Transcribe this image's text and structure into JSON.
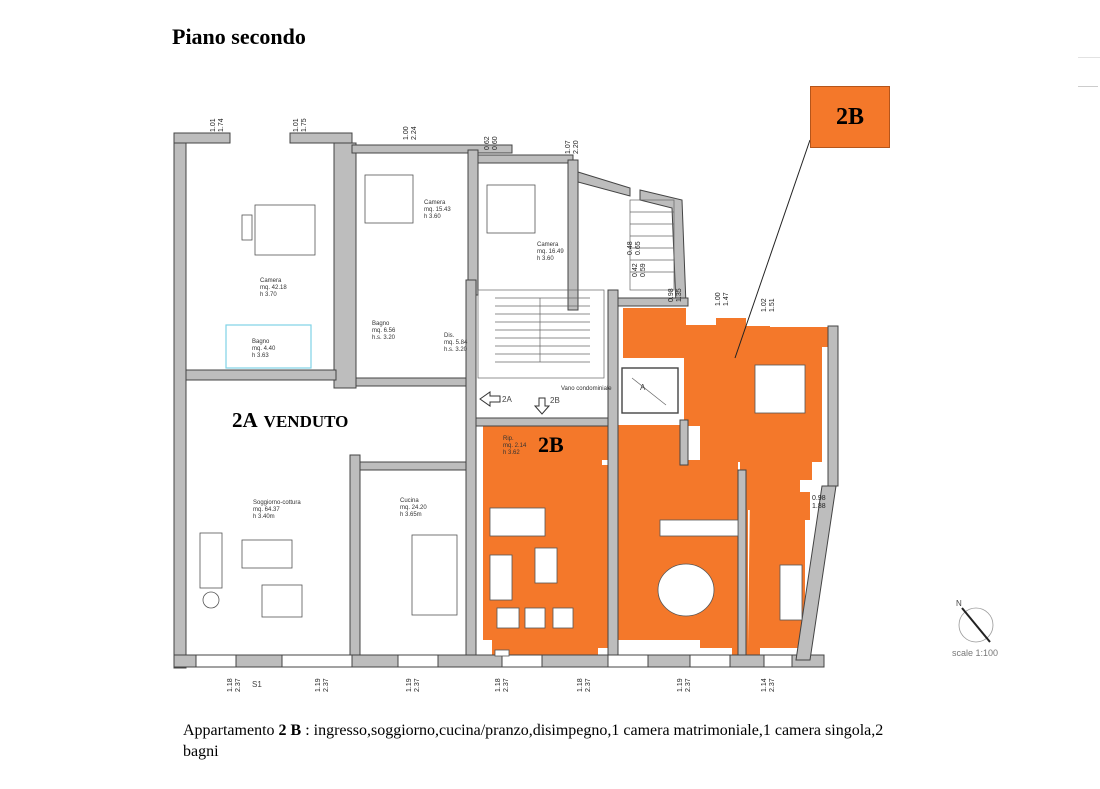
{
  "title": "Piano secondo",
  "badge_2b": "2B",
  "label_2a": {
    "main": "2A",
    "status": "VENDUTO"
  },
  "label_2b": "2B",
  "arrow_2a": "2A",
  "arrow_2b": "2B",
  "vano_label": "Vano condominiale",
  "elevator_label": "A",
  "north_label": "N",
  "scale_label": "scale 1:100",
  "bottom_label_s1": "S1",
  "description": {
    "prefix": "Appartamento ",
    "unit": "2 B",
    "rest": " : ingresso,soggiorno,cucina/pranzo,disimpegno,1 camera matrimoniale,1 camera singola,2 bagni"
  },
  "rooms": {
    "camera_large": {
      "name": "Camera",
      "area": "mq. 42.18",
      "height": "h 3.70"
    },
    "camera_top1": {
      "name": "Camera",
      "area": "mq. 15.43",
      "height": "h 3.60"
    },
    "camera_top2": {
      "name": "Camera",
      "area": "mq. 16.49",
      "height": "h 3.60"
    },
    "bagno_left": {
      "name": "Bagno",
      "area": "mq. 4.40",
      "height": "h 3.63"
    },
    "bagno_mid": {
      "name": "Bagno",
      "area": "mq. 6.56",
      "height": "h.s. 3.20"
    },
    "dis": {
      "name": "Dis.",
      "area": "mq. 5.84",
      "height": "h.s. 3.20"
    },
    "rip": {
      "name": "Rip.",
      "area": "mq. 2.14",
      "height": "h 3.62"
    },
    "soggiorno": {
      "name": "Soggiorno-cottura",
      "area": "mq. 64.37",
      "height": "h 3.40m"
    },
    "cucina": {
      "name": "Cucina",
      "area": "mq. 24.20",
      "height": "h 3.65m"
    }
  },
  "dimensions": {
    "top": [
      {
        "w": "1.01",
        "h": "1.74"
      },
      {
        "w": "1.01",
        "h": "1.75"
      },
      {
        "w": "1.00",
        "h": "2.24"
      },
      {
        "w": "0.62",
        "h": "0.60"
      },
      {
        "w": "1.07",
        "h": "2.20"
      },
      {
        "w": "0.48",
        "h": "0.65"
      },
      {
        "w": "0.42",
        "h": "0.59"
      },
      {
        "w": "0.98",
        "h": "1.35"
      },
      {
        "w": "1.00",
        "h": "1.47"
      },
      {
        "w": "1.02",
        "h": "1.51"
      },
      {
        "w": "0.98",
        "h": "1.88"
      }
    ],
    "bottom": [
      {
        "w": "1.18",
        "h": "2.37"
      },
      {
        "w": "1.19",
        "h": "2.37"
      },
      {
        "w": "1.19",
        "h": "2.37"
      },
      {
        "w": "1.18",
        "h": "2.37"
      },
      {
        "w": "1.18",
        "h": "2.37"
      },
      {
        "w": "1.19",
        "h": "2.37"
      },
      {
        "w": "1.14",
        "h": "2.37"
      }
    ]
  },
  "colors": {
    "highlight": "#F4782A",
    "wall": "#b9b9b9",
    "wall_dark": "#7a7a7a",
    "pool": "#7fd3e6"
  }
}
